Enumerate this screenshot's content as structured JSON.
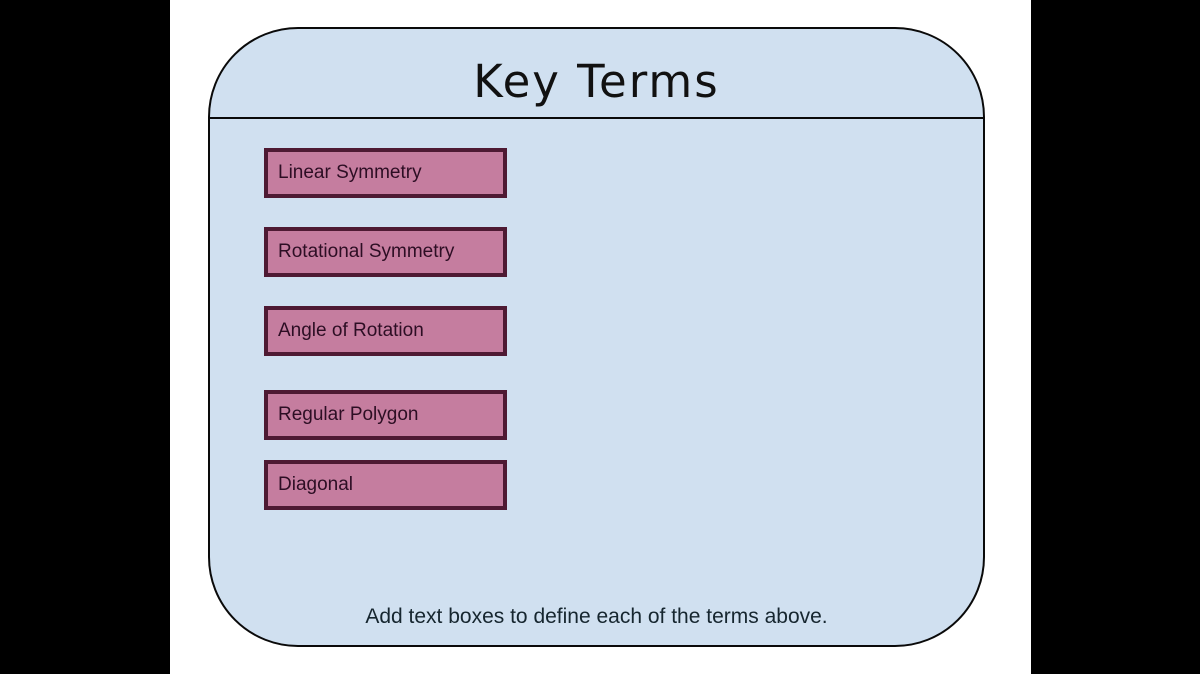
{
  "card": {
    "title": "Key Terms",
    "terms": [
      {
        "label": "Linear Symmetry"
      },
      {
        "label": "Rotational Symmetry"
      },
      {
        "label": "Angle of Rotation"
      },
      {
        "label": "Regular Polygon"
      },
      {
        "label": "Diagonal"
      }
    ],
    "instruction": "Add text boxes to define each of the terms above."
  },
  "colors": {
    "letterbox": "#000000",
    "page_bg": "#ffffff",
    "card_fill": "#d0e0f0",
    "card_border": "#0a0a0a",
    "term_fill": "#c57d9f",
    "term_border": "#4e1a33",
    "term_text": "#2d0e24",
    "title_text": "#111111",
    "instruction_text": "#16262f"
  }
}
